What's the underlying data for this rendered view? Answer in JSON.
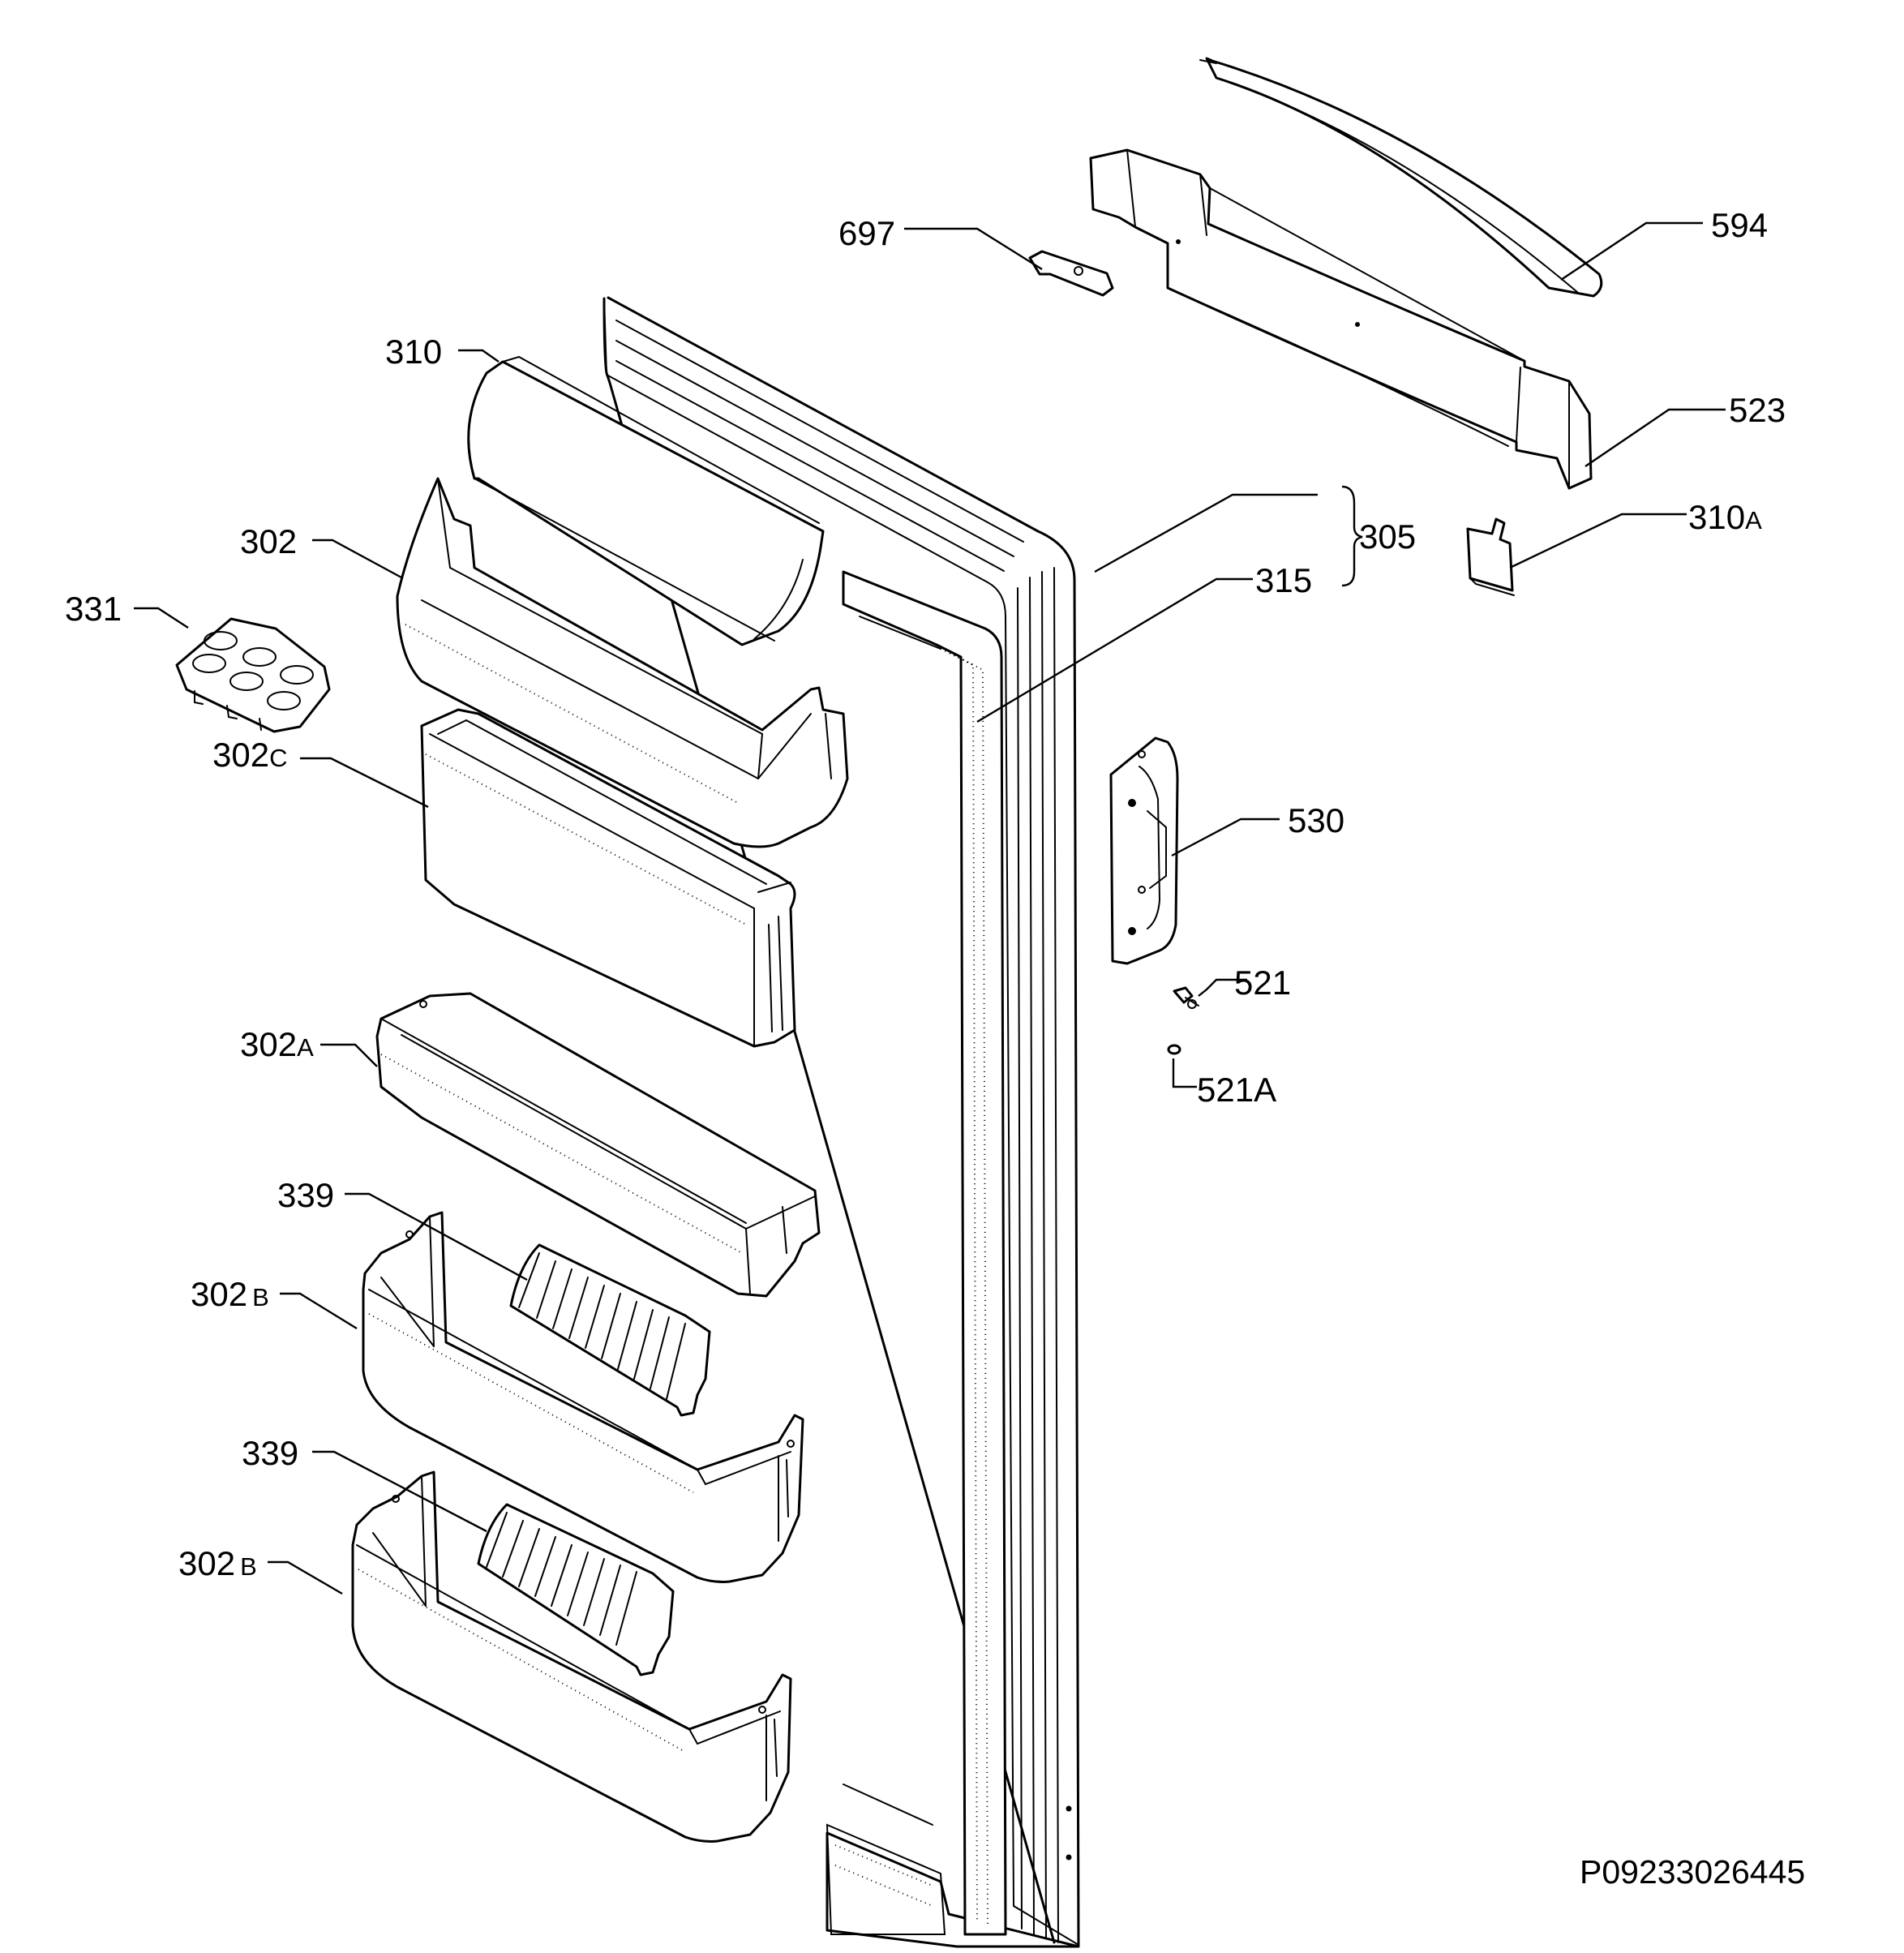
{
  "labels": {
    "p594": "594",
    "p697": "697",
    "p523": "523",
    "p310": "310",
    "p310a_num": "310",
    "p310a_suf": "A",
    "p305": "305",
    "p315": "315",
    "p302": "302",
    "p331": "331",
    "p302c_num": "302",
    "p302c_suf": "C",
    "p530": "530",
    "p521": "521",
    "p521a": "521A",
    "p302a_num": "302",
    "p302a_suf": "A",
    "p339_top": "339",
    "p302b_top_num": "302",
    "p302b_top_suf": "B",
    "p339_bottom": "339",
    "p302b_bottom_num": "302",
    "p302b_bottom_suf": "B"
  },
  "reference_code": "P09233026445"
}
